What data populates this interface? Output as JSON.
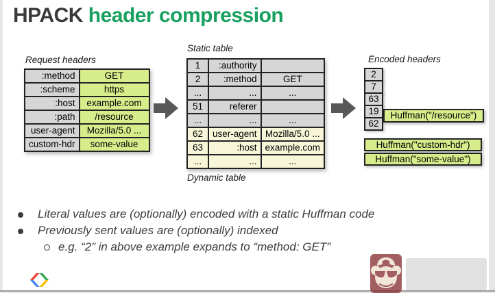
{
  "colors": {
    "accent_green": "#17a05e",
    "cell_gray": "#d6d6d6",
    "cell_green": "#d7ec8a",
    "cell_pale_yellow": "#f8f6d8",
    "table_border": "#222222",
    "arrow_gray": "#585858",
    "watermark_maroon": "#8a3135"
  },
  "title": {
    "black_part": "HPACK ",
    "green_part": "header compression"
  },
  "request_table": {
    "label": "Request headers",
    "rows": [
      {
        "name": ":method",
        "value": "GET"
      },
      {
        "name": ":scheme",
        "value": "https"
      },
      {
        "name": ":host",
        "value": "example.com"
      },
      {
        "name": ":path",
        "value": "/resource"
      },
      {
        "name": "user-agent",
        "value": "Mozilla/5.0 ..."
      },
      {
        "name": "custom-hdr",
        "value": "some-value"
      }
    ]
  },
  "index_table": {
    "static_label": "Static table",
    "dynamic_label": "Dynamic table",
    "rows": [
      {
        "index": "1",
        "name": ":authority",
        "value": ""
      },
      {
        "index": "2",
        "name": ":method",
        "value": "GET"
      },
      {
        "index": "...",
        "name": "...",
        "value": "..."
      },
      {
        "index": "51",
        "name": "referer",
        "value": ""
      },
      {
        "index": "...",
        "name": "...",
        "value": "..."
      },
      {
        "index": "62",
        "name": "user-agent",
        "value": "Mozilla/5.0 ..."
      },
      {
        "index": "63",
        "name": ":host",
        "value": "example.com"
      },
      {
        "index": "...",
        "name": "...",
        "value": "..."
      }
    ]
  },
  "encoded_headers": {
    "label": "Encoded headers",
    "index_cells": [
      "2",
      "7",
      "63",
      "19",
      "62"
    ],
    "inline_literal": "Huffman(\"/resource\")",
    "wide_literals": [
      "Huffman(\"custom-hdr\")",
      "Huffman(\"some-value\")"
    ]
  },
  "bullets": {
    "items": [
      "Literal values are (optionally) encoded with a static Huffman code",
      "Previously sent values are (optionally) indexed"
    ],
    "sub_item": "e.g. “2” in above example expands to “method: GET”"
  },
  "footer": {
    "logo": "google-developers-logo"
  },
  "watermark": {
    "logo": "monkey-sunglasses-logo"
  }
}
